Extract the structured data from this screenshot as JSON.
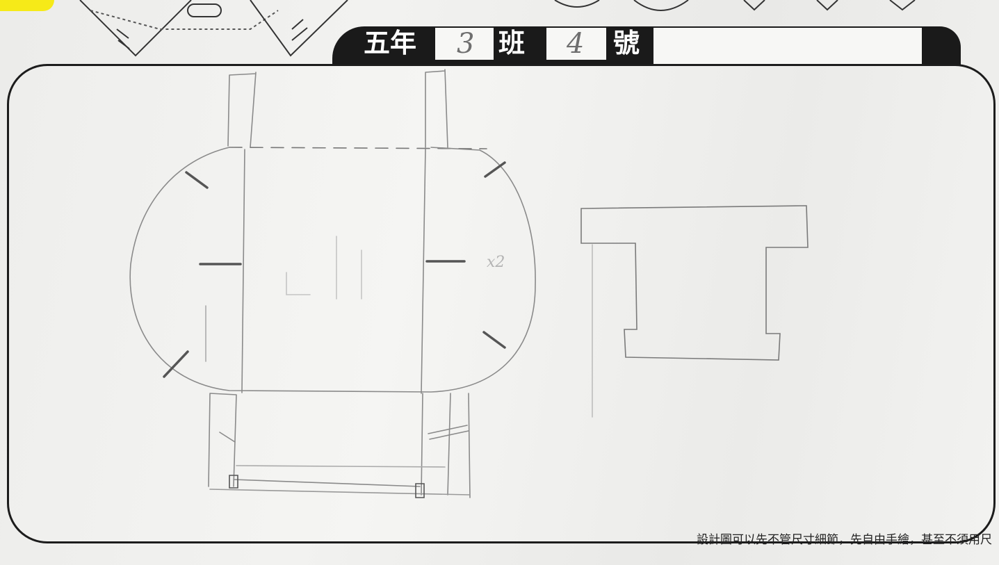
{
  "header": {
    "grade_label": "五年",
    "class_value": "3",
    "class_label": "班",
    "seat_value": "4",
    "seat_label": "號",
    "name_value": ""
  },
  "sketch_marks": {
    "multiplier_note": "x2"
  },
  "footnote": {
    "text": "設計圖可以先不管尺寸細節，先自由手繪，甚至不須用尺"
  }
}
